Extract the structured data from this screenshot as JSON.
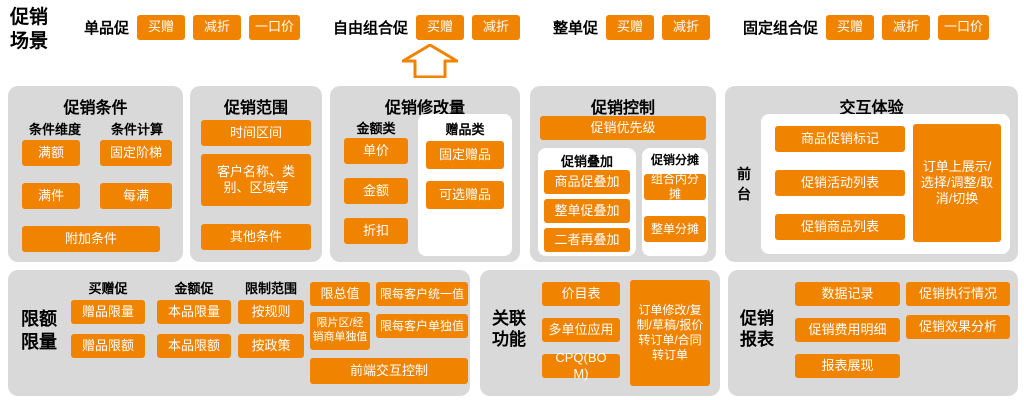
{
  "colors": {
    "accent": "#F08300",
    "panel": "#D9D9D9"
  },
  "scene": {
    "title_line1": "促销",
    "title_line2": "场景",
    "groups": [
      {
        "label": "单品促",
        "buttons": [
          "买赠",
          "减折",
          "一口价"
        ]
      },
      {
        "label": "自由组合促",
        "buttons": [
          "买赠",
          "减折"
        ]
      },
      {
        "label": "整单促",
        "buttons": [
          "买赠",
          "减折"
        ]
      },
      {
        "label": "固定组合促",
        "buttons": [
          "买赠",
          "减折",
          "一口价"
        ]
      }
    ]
  },
  "condition": {
    "title": "促销条件",
    "col1_label": "条件维度",
    "col2_label": "条件计算",
    "col1_buttons": [
      "满额",
      "满件"
    ],
    "col2_buttons": [
      "固定阶梯",
      "每满"
    ],
    "footer_button": "附加条件"
  },
  "scope": {
    "title": "促销范围",
    "buttons": [
      "时间区间",
      "客户名称、类别、区域等",
      "其他条件"
    ]
  },
  "modify": {
    "title": "促销修改量",
    "col1_label": "金额类",
    "col2_label": "赠品类",
    "col1_buttons": [
      "单价",
      "金额",
      "折扣"
    ],
    "col2_buttons": [
      "固定赠品",
      "可选赠品"
    ]
  },
  "control": {
    "title": "促销控制",
    "priority_button": "促销优先级",
    "col1_label": "促销叠加",
    "col2_label": "促销分摊",
    "col1_buttons": [
      "商品促叠加",
      "整单促叠加",
      "二者再叠加"
    ],
    "col2_buttons": [
      "组合内分摊",
      "整单分摊"
    ]
  },
  "experience": {
    "title": "交互体验",
    "side_label_line1": "前",
    "side_label_line2": "台",
    "buttons": [
      "商品促销标记",
      "促销活动列表",
      "促销商品列表"
    ],
    "tall_button": "订单上展示/选择/调整/取消/切换"
  },
  "quota": {
    "title_line1": "限额",
    "title_line2": "限量",
    "groups": [
      {
        "label": "买赠促",
        "buttons": [
          "赠品限量",
          "赠品限额"
        ]
      },
      {
        "label": "金额促",
        "buttons": [
          "本品限量",
          "本品限额"
        ]
      },
      {
        "label": "限制范围",
        "buttons": [
          "按规则",
          "按政策"
        ]
      }
    ],
    "limit_total": "限总值",
    "limit_per_customer_uniform": "限每客户统一值",
    "limit_region_dealer": "限片区/经销商单独值",
    "limit_per_customer_individual": "限每客户单独值",
    "front_control": "前端交互控制"
  },
  "related": {
    "title_line1": "关联",
    "title_line2": "功能",
    "buttons": [
      "价目表",
      "多单位应用",
      "CPQ(BOM)"
    ],
    "tall_button": "订单修改/复制/草稿/报价转订单/合同转订单"
  },
  "report": {
    "title_line1": "促销",
    "title_line2": "报表",
    "col1_buttons": [
      "数据记录",
      "促销费用明细",
      "报表展现"
    ],
    "col2_buttons": [
      "促销执行情况",
      "促销效果分析"
    ]
  }
}
